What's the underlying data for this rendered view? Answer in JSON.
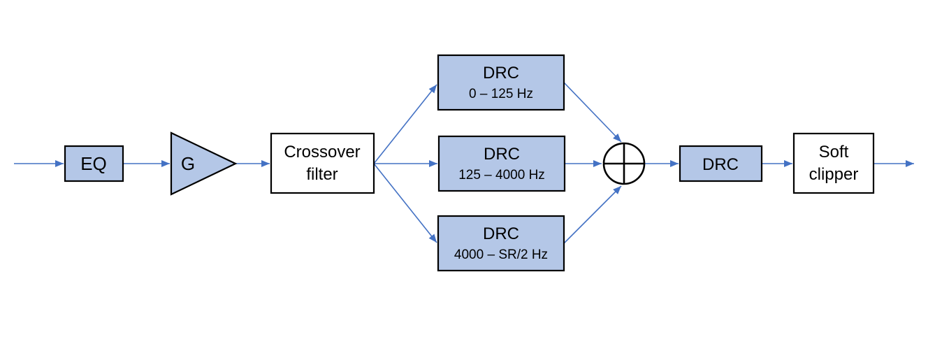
{
  "diagram": {
    "title": "audio-processing-block-diagram",
    "colors": {
      "node_fill": "#b4c7e7",
      "white_fill": "#ffffff",
      "node_stroke": "#000000",
      "arrow": "#4472c4",
      "text": "#000000",
      "background": "#ffffff"
    },
    "nodes": {
      "eq": {
        "label": "EQ"
      },
      "gain": {
        "label": "G"
      },
      "crossover": {
        "label_line1": "Crossover",
        "label_line2": "filter"
      },
      "drc_low": {
        "label": "DRC",
        "sublabel": "0 – 125 Hz"
      },
      "drc_mid": {
        "label": "DRC",
        "sublabel": "125 – 4000 Hz"
      },
      "drc_high": {
        "label": "DRC",
        "sublabel": "4000 – SR/2 Hz"
      },
      "sum": {
        "symbol": "+"
      },
      "drc_post": {
        "label": "DRC"
      },
      "soft_clipper": {
        "label_line1": "Soft",
        "label_line2": "clipper"
      }
    }
  }
}
